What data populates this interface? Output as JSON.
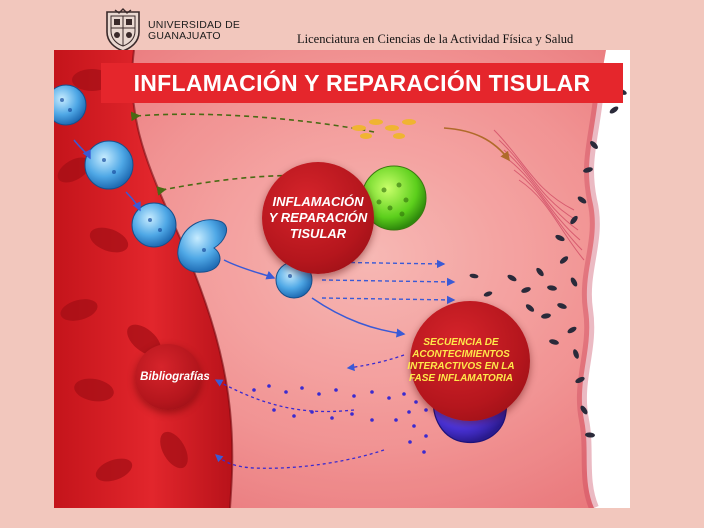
{
  "header": {
    "university_line1": "UNIVERSIDAD DE",
    "university_line2": "GUANAJUATO",
    "program": "Licenciatura en Ciencias de la Actividad Física y Salud",
    "logo_icon": "university-shield-icon"
  },
  "title": "INFLAMACIÓN Y REPARACIÓN TISULAR",
  "nodes": {
    "main_line1": "INFLAMACIÓN",
    "main_line2": "Y REPARACIÓN",
    "main_line3": "TISULAR",
    "sequence_line1": "SECUENCIA DE",
    "sequence_line2": "ACONTECIMIENTOS",
    "sequence_line3": "INTERACTIVOS EN LA",
    "sequence_line4": "FASE INFLAMATORIA",
    "bibliography": "Bibliografías"
  },
  "colors": {
    "background": "#f2c7bd",
    "title_bar": "#e5262c",
    "bubble": "#b5161d",
    "sequence_text": "#ffe84a",
    "vessel": "#d01c22",
    "tissue": "#f08a8a"
  }
}
